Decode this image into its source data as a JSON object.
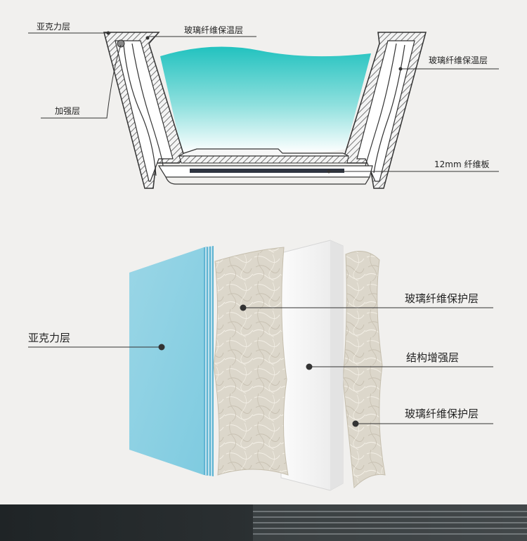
{
  "top_diagram": {
    "labels": {
      "acrylic": "亚克力层",
      "fiberglass_insulation_top": "玻璃纤维保温层",
      "fiberglass_insulation_right": "玻璃纤维保温层",
      "reinforcement": "加强层",
      "fiberboard": "12mm 纤维板"
    }
  },
  "bottom_diagram": {
    "labels": {
      "acrylic": "亚克力层",
      "fiberglass_protective_1": "玻璃纤维保护层",
      "structural_reinforcement": "结构增强层",
      "fiberglass_protective_2": "玻璃纤维保护层"
    }
  },
  "colors": {
    "background": "#f1f0ee",
    "water_top": "#2cc7c4",
    "water_bottom": "#ffffff",
    "acrylic_panel": "#8fd2e4",
    "fiber_panel": "#d9d4c8",
    "white_panel": "#f7f7f7",
    "footer": "#262a2c"
  }
}
